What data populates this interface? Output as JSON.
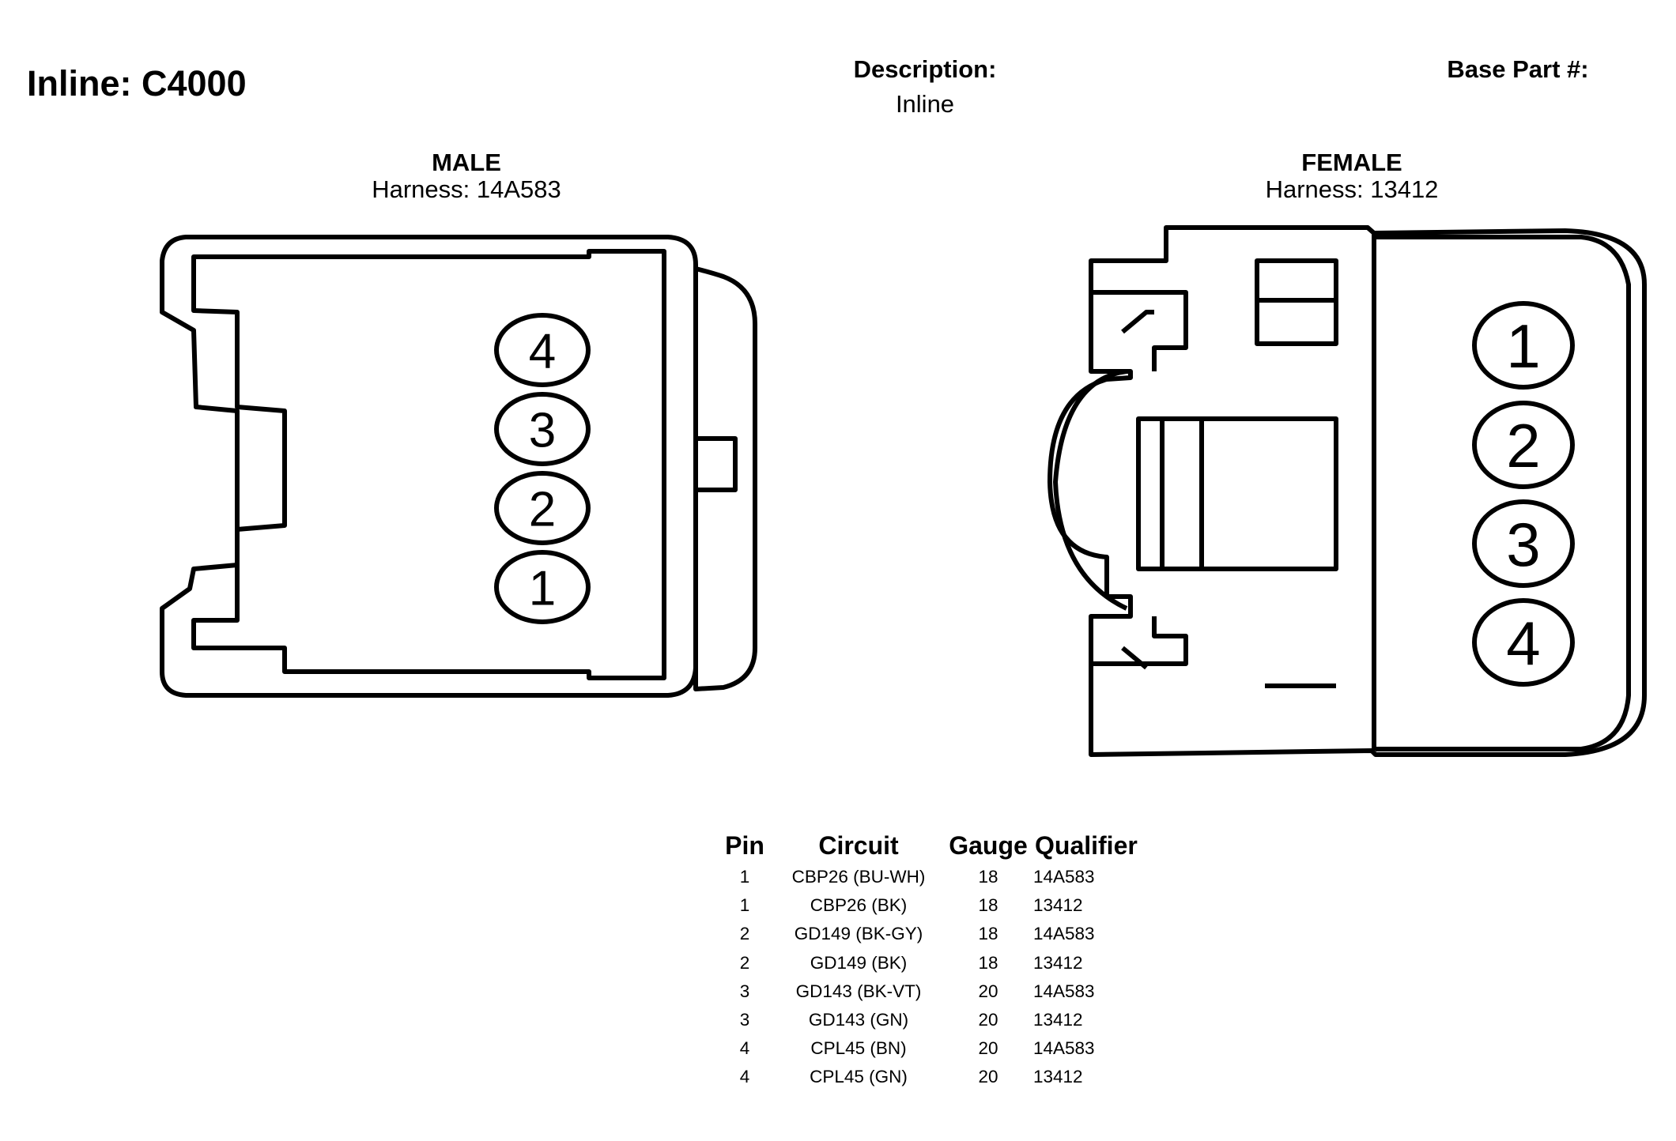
{
  "header": {
    "title": "Inline: C4000",
    "description_label": "Description:",
    "description_value": "Inline",
    "base_part_label": "Base Part #:"
  },
  "male": {
    "title": "MALE",
    "harness": "Harness: 14A583",
    "pins": [
      "4",
      "3",
      "2",
      "1"
    ]
  },
  "female": {
    "title": "FEMALE",
    "harness": "Harness: 13412",
    "pins": [
      "1",
      "2",
      "3",
      "4"
    ]
  },
  "table": {
    "headers": [
      "Pin",
      "Circuit",
      "Gauge",
      "Qualifier"
    ],
    "rows": [
      {
        "pin": "1",
        "circuit": "CBP26 (BU-WH)",
        "gauge": "18",
        "qualifier": "14A583"
      },
      {
        "pin": "1",
        "circuit": "CBP26 (BK)",
        "gauge": "18",
        "qualifier": "13412"
      },
      {
        "pin": "2",
        "circuit": "GD149 (BK-GY)",
        "gauge": "18",
        "qualifier": "14A583"
      },
      {
        "pin": "2",
        "circuit": "GD149 (BK)",
        "gauge": "18",
        "qualifier": "13412"
      },
      {
        "pin": "3",
        "circuit": "GD143 (BK-VT)",
        "gauge": "20",
        "qualifier": "14A583"
      },
      {
        "pin": "3",
        "circuit": "GD143 (GN)",
        "gauge": "20",
        "qualifier": "13412"
      },
      {
        "pin": "4",
        "circuit": "CPL45 (BN)",
        "gauge": "20",
        "qualifier": "14A583"
      },
      {
        "pin": "4",
        "circuit": "CPL45 (GN)",
        "gauge": "20",
        "qualifier": "13412"
      }
    ]
  }
}
